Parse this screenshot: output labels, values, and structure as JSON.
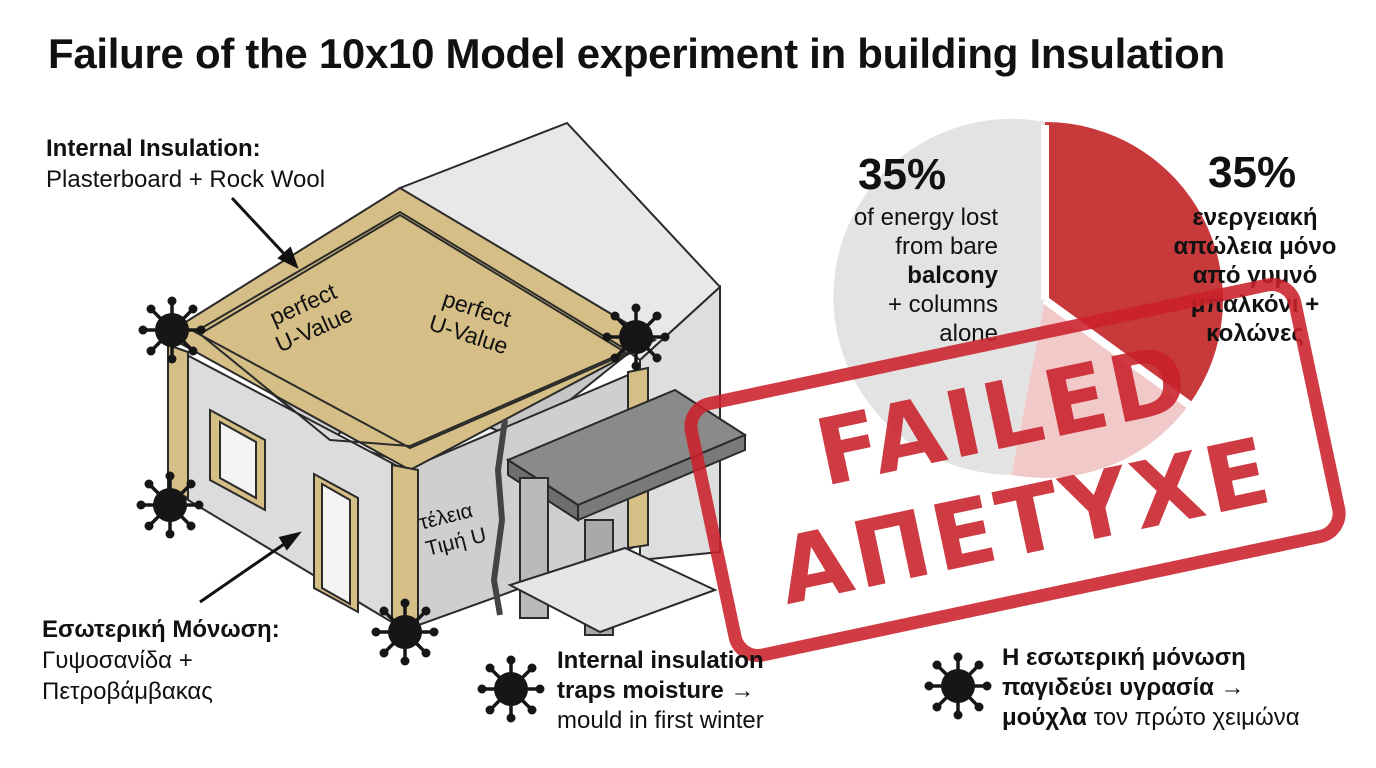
{
  "title": "Failure of the 10x10 Model experiment in building Insulation",
  "labels": {
    "internal_en_heading": "Internal Insulation:",
    "internal_en_text": "Plasterboard + Rock Wool",
    "internal_gr_heading": "Εσωτερική Μόνωση:",
    "internal_gr_line1": "Γυψοσανίδα +",
    "internal_gr_line2": "Πετροβάμβακας"
  },
  "walls": {
    "left_line1": "perfect",
    "left_line2": "U-Value",
    "right_line1": "perfect",
    "right_line2": "U-Value",
    "front_line1": "τέλεια",
    "front_line2": "Τιμή U"
  },
  "pie": {
    "left_pct": "35%",
    "left_line1": "of energy lost",
    "left_line2": "from bare",
    "left_line3": "balcony",
    "left_line4": "+ columns",
    "left_line5": "alone",
    "right_pct": "35%",
    "right_line1": "ενεργειακή",
    "right_line2": "απώλεια μόνο",
    "right_line3": "από γυμνό",
    "right_line4": "μπαλκόνι +",
    "right_line5": "κολώνες",
    "red_share": 0.35,
    "colors": {
      "red": "#c8393b",
      "grey": "#e3e3e3",
      "pink": "#f2c9c9"
    }
  },
  "stamp": {
    "line1": "FAILED",
    "line2": "ΑΠΕΤΥΧΕ",
    "color": "#c9202a"
  },
  "notes": {
    "en_line1": "Internal insulation",
    "en_line2": "traps moisture →",
    "en_line3": "mould in first winter",
    "gr_line1": "Η εσωτερική μόνωση",
    "gr_line2": "παγιδεύει υγρασία →",
    "gr_line3_bold": "μούχλα",
    "gr_line3_rest": " τον πρώτο χειμώνα"
  },
  "icons": [
    "mould-spore-icon"
  ]
}
